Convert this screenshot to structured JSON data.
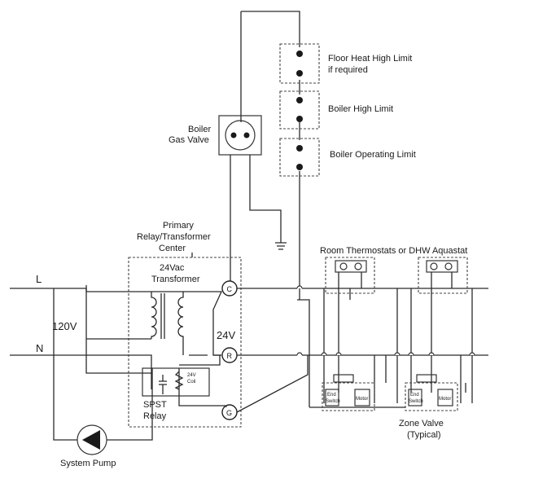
{
  "labels": {
    "floor_heat_high_limit": "Floor Heat High Limit",
    "floor_heat_note": "if required",
    "boiler_high_limit": "Boiler High Limit",
    "boiler_operating_limit": "Boiler Operating Limit",
    "boiler": "Boiler",
    "gas_valve": "Gas Valve",
    "primary": "Primary",
    "relay_transformer": "Relay/Transformer",
    "center": "Center",
    "room_thermostats": "Room Thermostats or DHW Aquastat",
    "transformer_voltage": "24Vac",
    "transformer": "Transformer",
    "line": "L",
    "neutral": "N",
    "line_voltage": "120V",
    "control_voltage": "24V",
    "term_c": "C",
    "term_r": "R",
    "term_g": "G",
    "coil_voltage": "24V",
    "coil": "Coil",
    "spst": "SPST",
    "relay": "Relay",
    "end_switch_top": "End",
    "end_switch_bottom": "Switch",
    "motor": "Motor",
    "zone_valve": "Zone Valve",
    "typical": "(Typical)",
    "system_pump": "System Pump"
  }
}
